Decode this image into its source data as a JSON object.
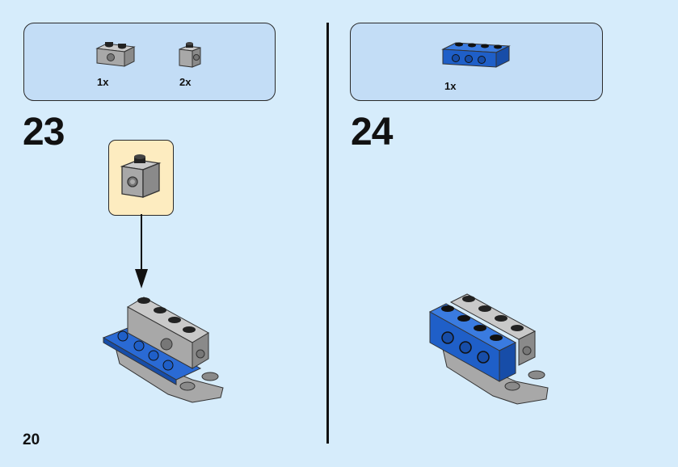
{
  "page": {
    "number": "20"
  },
  "steps": [
    {
      "number": "23",
      "parts": [
        {
          "qty": "1x",
          "icon": "gray-1x2-technic-brick-icon",
          "color": "#a8a8a8"
        },
        {
          "qty": "2x",
          "icon": "gray-1x1-brick-with-stud-icon",
          "color": "#a8a8a8"
        }
      ],
      "callout_icon": "gray-1x1-brick-with-stud-icon"
    },
    {
      "number": "24",
      "parts": [
        {
          "qty": "1x",
          "icon": "blue-1x4-technic-brick-icon",
          "color": "#1f5fc8"
        }
      ]
    }
  ],
  "colors": {
    "background": "#d6ecfb",
    "parts_box": "#c3ddf6",
    "callout": "#fdecc0",
    "blue": "#1f5fc8",
    "gray": "#a8a8a8"
  }
}
